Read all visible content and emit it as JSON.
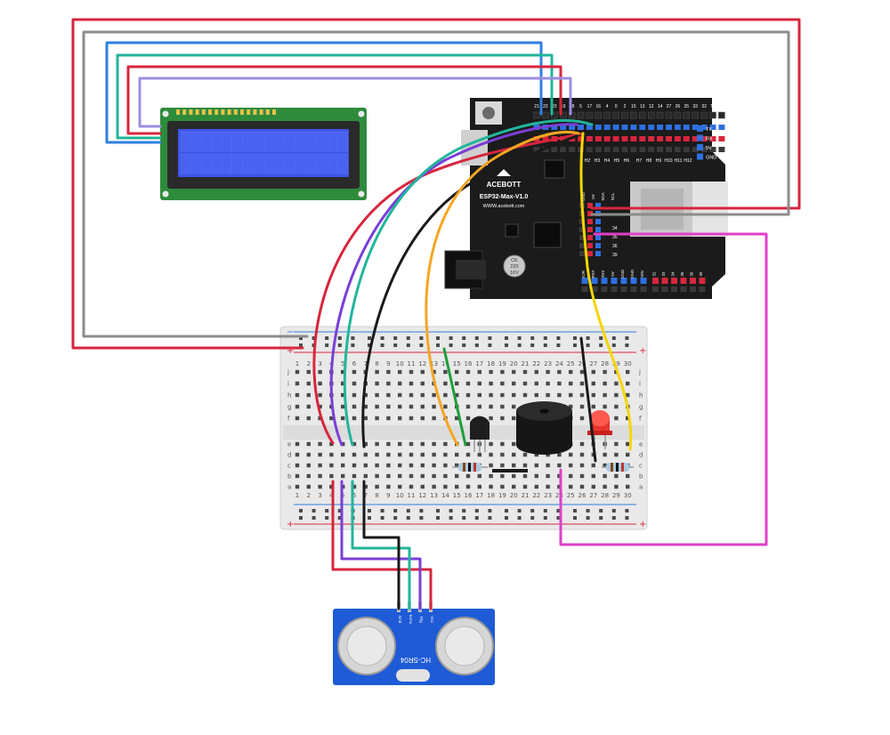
{
  "board": {
    "brand": "ACEBOTT",
    "model": "ESP32-Max-V1.0",
    "url": "WWW.acebott.com",
    "top_pins": [
      "21",
      "22",
      "23",
      "19",
      "18",
      "5",
      "17",
      "16",
      "4",
      "0",
      "2",
      "15",
      "13",
      "12",
      "14",
      "27",
      "26",
      "25",
      "33",
      "32",
      "TX",
      "RX"
    ],
    "right_labels": [
      "TX",
      "RX",
      "5V",
      "GND"
    ],
    "header_h1": [
      "H2",
      "H3",
      "H4",
      "H5",
      "H6"
    ],
    "header_h2": [
      "H7",
      "H8",
      "H9",
      "H10",
      "H11",
      "H12"
    ],
    "mid_labels": [
      "GND",
      "5V",
      "SDA",
      "SCL"
    ],
    "cap_text": [
      "CK",
      "220",
      "16V"
    ],
    "left_col": [
      "34",
      "35",
      "36",
      "39"
    ],
    "bottom_pins": [
      "IOR",
      "RST",
      "3V3",
      "5V",
      "GND",
      "GND",
      "VIN",
      "32",
      "33",
      "34",
      "35",
      "36",
      "39"
    ]
  },
  "breadboard": {
    "columns": [
      "1",
      "2",
      "3",
      "4",
      "5",
      "6",
      "7",
      "8",
      "9",
      "10",
      "11",
      "12",
      "13",
      "14",
      "15",
      "16",
      "17",
      "18",
      "19",
      "20",
      "21",
      "22",
      "23",
      "24",
      "25",
      "26",
      "27",
      "28",
      "29",
      "30"
    ],
    "rows_top": [
      "j",
      "i",
      "h",
      "g",
      "f"
    ],
    "rows_bottom": [
      "e",
      "d",
      "c",
      "b",
      "a"
    ],
    "plus": "+",
    "minus": "−"
  },
  "sensor": {
    "name": "HC-SR04",
    "pins": [
      "Vcc",
      "Trig",
      "Echo",
      "Gnd"
    ]
  },
  "colors": {
    "red": "#d7263d",
    "gray": "#8c8c8c",
    "blue": "#2f7fe0",
    "teal": "#22b59a",
    "purple": "#7a3fd6",
    "lavender": "#9b8ee0",
    "orange": "#f5a623",
    "yellow": "#f5d600",
    "black": "#1a1a1a",
    "green": "#1e9e3c",
    "magenta": "#e040c8"
  }
}
